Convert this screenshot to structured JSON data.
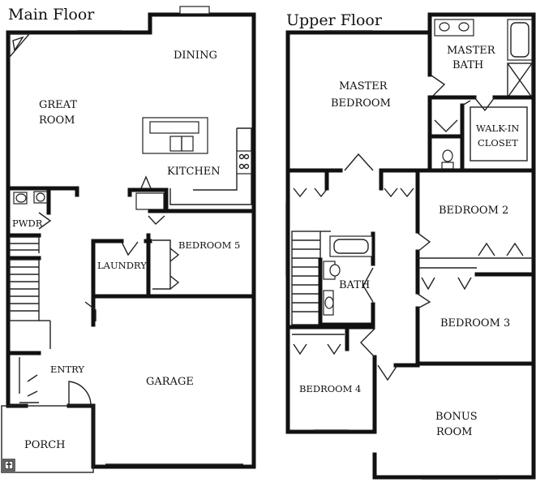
{
  "floors": {
    "main": {
      "title": "Main Floor",
      "rooms": {
        "dining": "DINING",
        "great_room_1": "GREAT",
        "great_room_2": "ROOM",
        "kitchen": "KITCHEN",
        "pwdr": "PWDR",
        "bedroom5": "BEDROOM 5",
        "laundry": "LAUNDRY",
        "entry": "ENTRY",
        "garage": "GARAGE",
        "porch": "PORCH"
      }
    },
    "upper": {
      "title": "Upper Floor",
      "rooms": {
        "master_bedroom_1": "MASTER",
        "master_bedroom_2": "BEDROOM",
        "master_bath_1": "MASTER",
        "master_bath_2": "BATH",
        "walkin_1": "WALK-IN",
        "walkin_2": "CLOSET",
        "bedroom2": "BEDROOM 2",
        "bath": "BATH",
        "bedroom3": "BEDROOM 3",
        "bedroom4": "BEDROOM 4",
        "bonus_1": "BONUS",
        "bonus_2": "ROOM"
      }
    }
  }
}
